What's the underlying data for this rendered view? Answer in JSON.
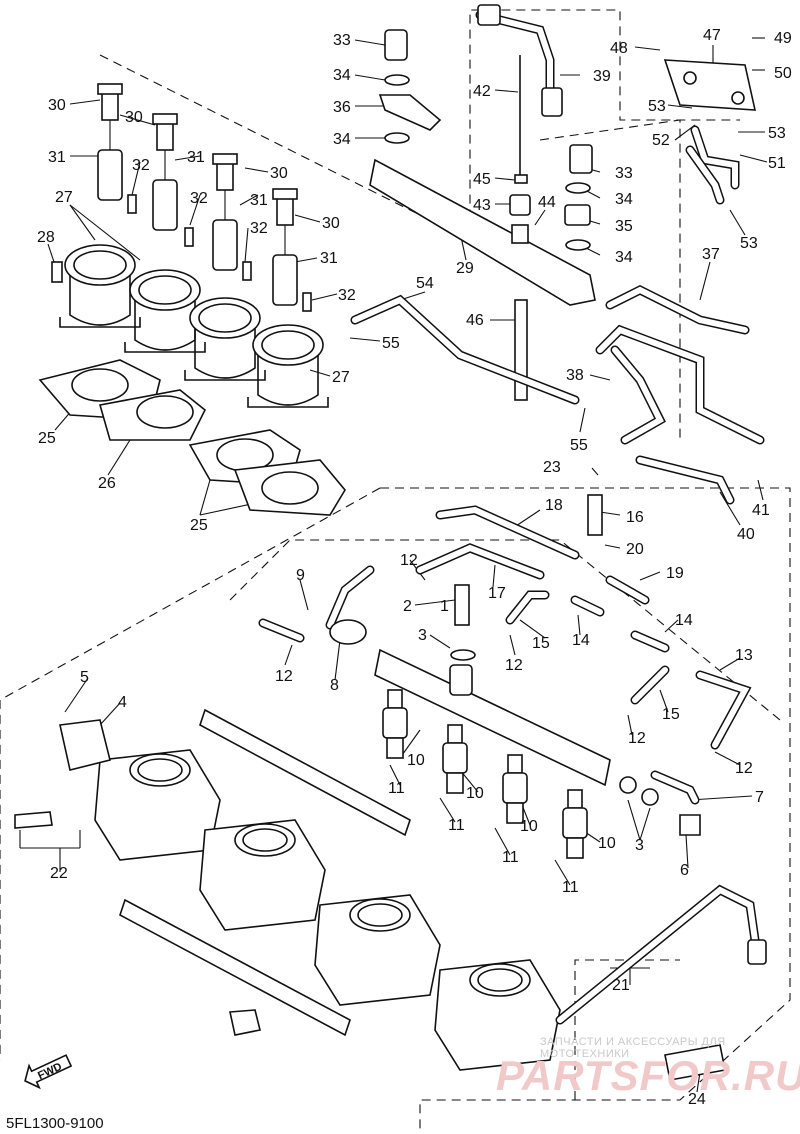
{
  "diagram": {
    "drawing_code": "5FL1300-9100",
    "fwd_label": "FWD",
    "watermark_line1": "ЗАПЧАСТИ И АКСЕССУАРЫ ДЛЯ МОТОТЕХНИКИ",
    "watermark_line2": "PARTSFOR.RU",
    "callouts": [
      "1",
      "2",
      "3",
      "4",
      "5",
      "6",
      "7",
      "8",
      "9",
      "10",
      "11",
      "12",
      "13",
      "14",
      "15",
      "16",
      "17",
      "18",
      "19",
      "20",
      "21",
      "22",
      "23",
      "24",
      "25",
      "26",
      "27",
      "28",
      "29",
      "30",
      "31",
      "32",
      "33",
      "34",
      "35",
      "36",
      "37",
      "38",
      "39",
      "40",
      "41",
      "42",
      "43",
      "44",
      "45",
      "46",
      "47",
      "48",
      "49",
      "50",
      "51",
      "52",
      "53",
      "54",
      "55"
    ]
  }
}
